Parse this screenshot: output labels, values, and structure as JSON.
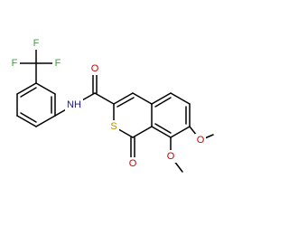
{
  "colors": {
    "background": "#ffffff",
    "bond": "#000000",
    "oxygen": "#cc0000",
    "sulfur": "#b38f00",
    "nitrogen": "#1a1aa6",
    "fluorine": "#33a833",
    "hydrogen": "#1a1aa6"
  },
  "atoms": {
    "f_left": "F",
    "f_right": "F",
    "f_bottom": "F",
    "o_amide": "O",
    "nh": "NH",
    "s_ring": "S",
    "o_carbonyl": "O",
    "o_methoxy_upper": "O",
    "o_methoxy_lower": "O"
  }
}
